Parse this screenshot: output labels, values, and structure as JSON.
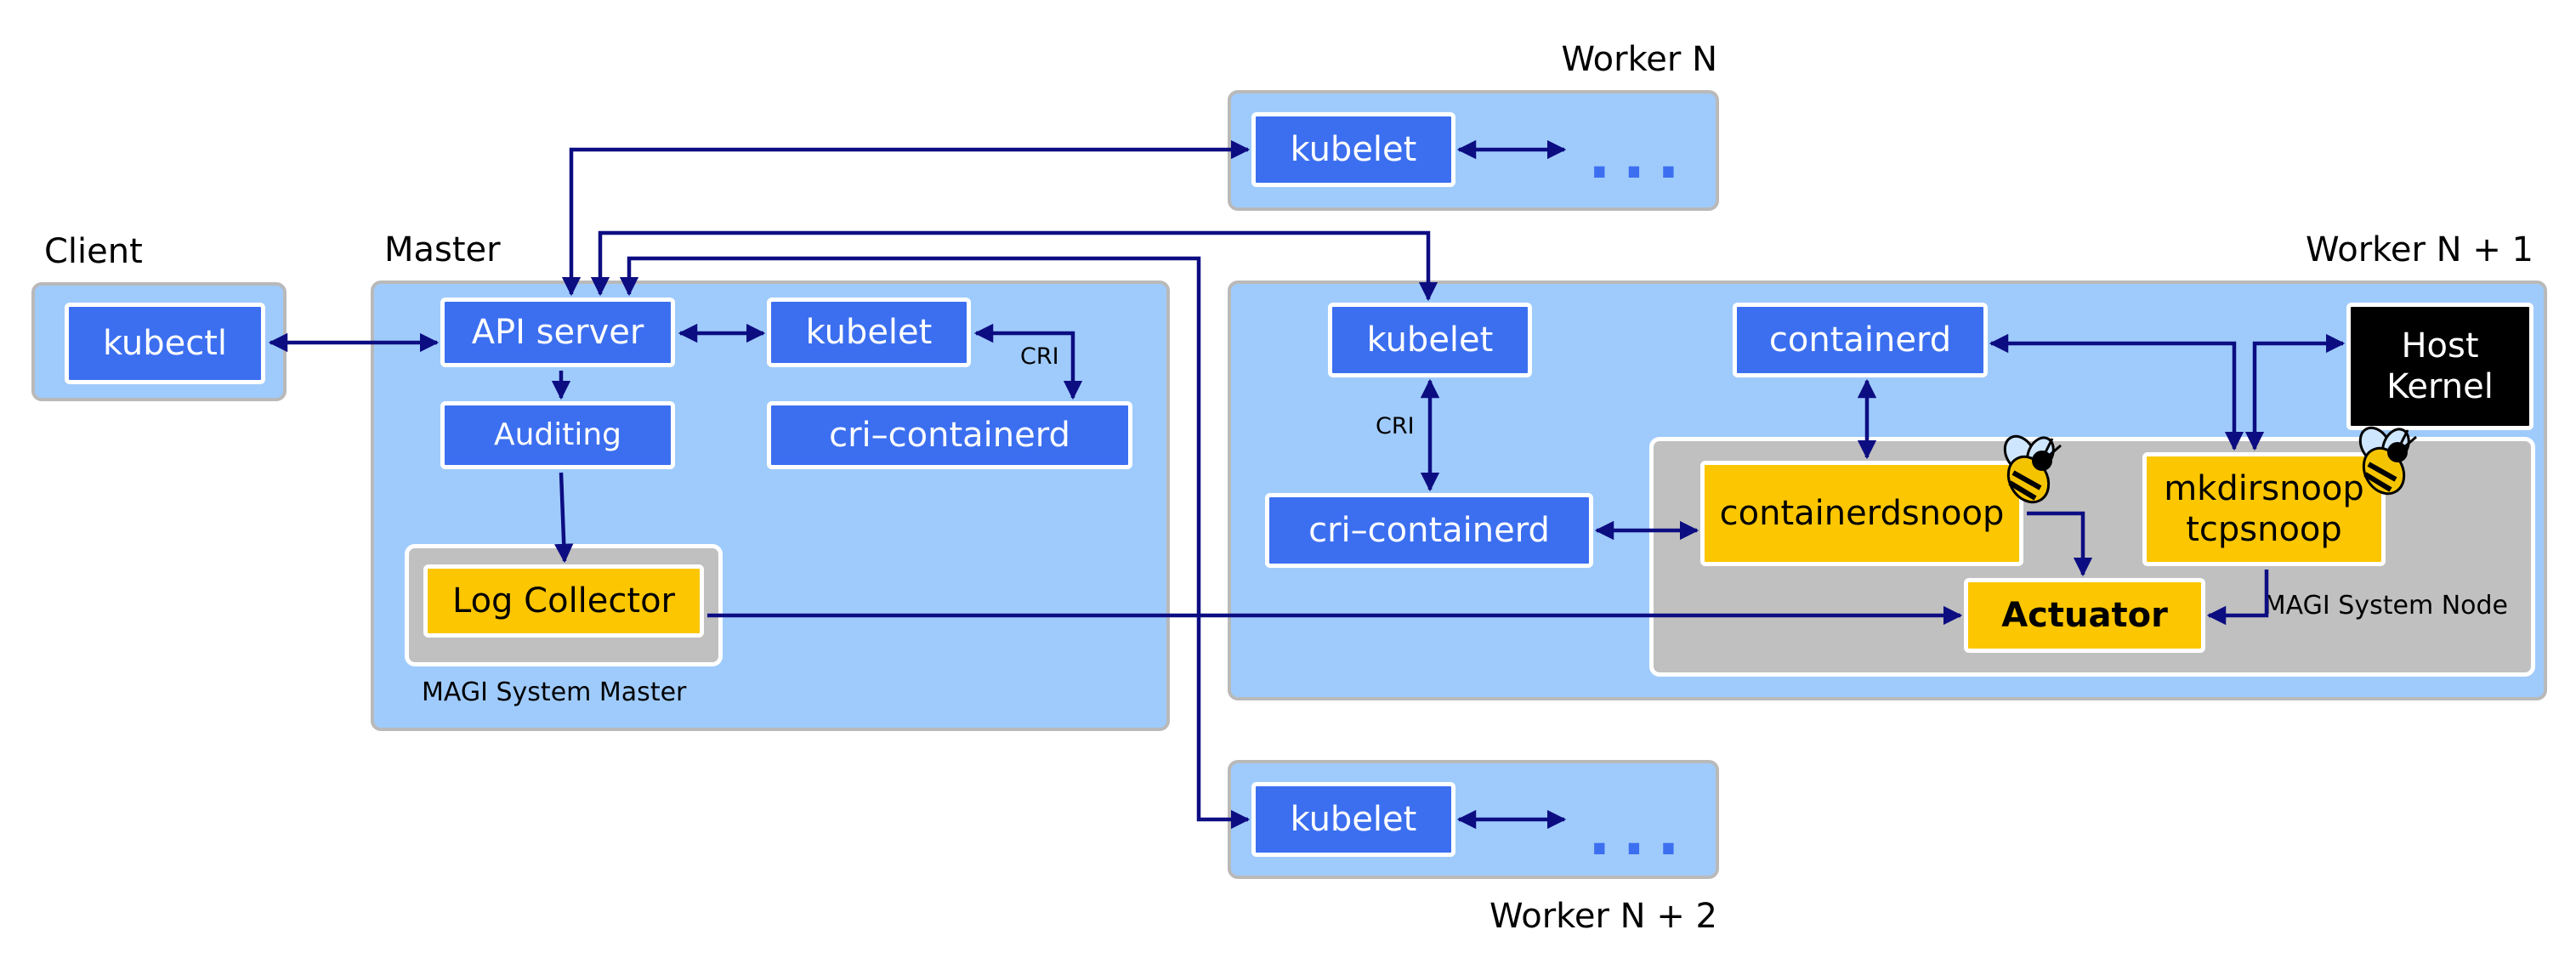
{
  "regions": {
    "client": "Client",
    "master": "Master",
    "worker_n": "Worker N",
    "worker_n1": "Worker N + 1",
    "worker_n2": "Worker N + 2",
    "magi_master": "MAGI System Master",
    "magi_node": "MAGI System\nNode"
  },
  "nodes": {
    "kubectl": "kubectl",
    "api_server": "API server",
    "master_kubelet": "kubelet",
    "auditing": "Auditing",
    "master_cri": "cri–containerd",
    "log_collector": "Log Collector",
    "wn_kubelet": "kubelet",
    "wn1_kubelet": "kubelet",
    "wn1_cri": "cri–containerd",
    "wn1_containerd": "containerd",
    "host_kernel": "Host\nKernel",
    "containerdsnoop": "containerdsnoop",
    "mkdirsnoop": "mkdirsnoop\ntcpsnoop",
    "actuator": "Actuator",
    "wn2_kubelet": "kubelet"
  },
  "edge_labels": {
    "master_cri": "CRI",
    "worker_cri": "CRI"
  },
  "ellipsis": "...",
  "colors": {
    "region_fill": "#9fcbfc",
    "node_blue": "#3c6ff0",
    "node_gold": "#fcc600",
    "magi_gray": "#c0c0c0",
    "arrow": "#0d0d82"
  },
  "icons": [
    "bee-icon"
  ]
}
